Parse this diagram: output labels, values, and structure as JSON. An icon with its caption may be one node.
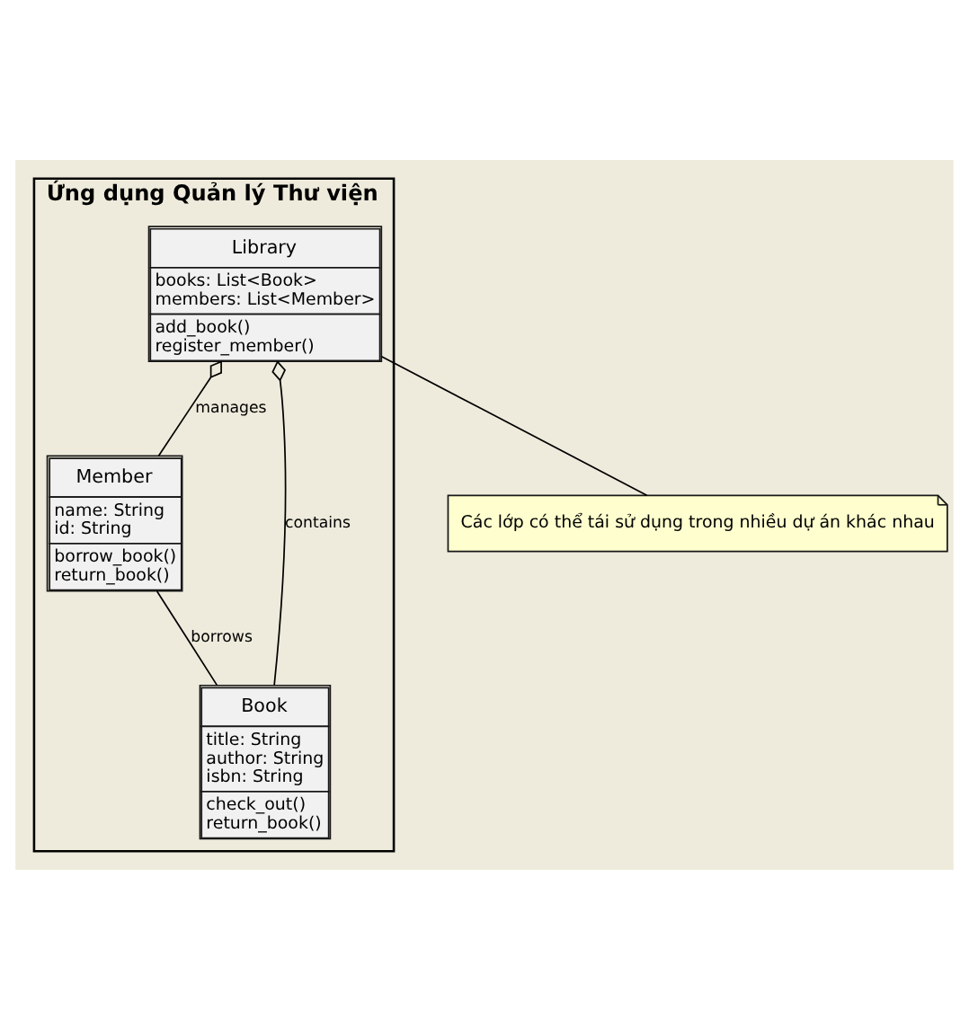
{
  "diagram": {
    "nodes": [
      {
        "text": [
          "Ứng dụng Quản lý Thư viện"
        ]
      },
      {
        "text": [
          "Library",
          "books: List<Book>",
          "members: List<Member>",
          "add_book()",
          "register_member()"
        ],
        "in": 0
      },
      {
        "text": [
          "Member",
          "name: String",
          "id: String",
          "borrow_book()",
          "return_book()"
        ],
        "in": 0
      },
      {
        "text": [
          "Book",
          "title: String",
          "author: String",
          "isbn: String",
          "check_out()",
          "return_book()"
        ],
        "in": 0
      },
      {
        "text": [
          "Các lớp có thể tái sử dụng trong nhiều dự án khác nhau"
        ]
      }
    ],
    "edges": [
      {
        "from": 1,
        "to": 3,
        "arrow": "other",
        "label": "contains"
      },
      {
        "from": 1,
        "to": 2,
        "arrow": "other",
        "label": "manages"
      },
      {
        "from": 2,
        "to": 3,
        "arrow": "none",
        "label": "borrows"
      },
      {
        "from": 1,
        "to": 4,
        "arrow": "none"
      }
    ]
  }
}
